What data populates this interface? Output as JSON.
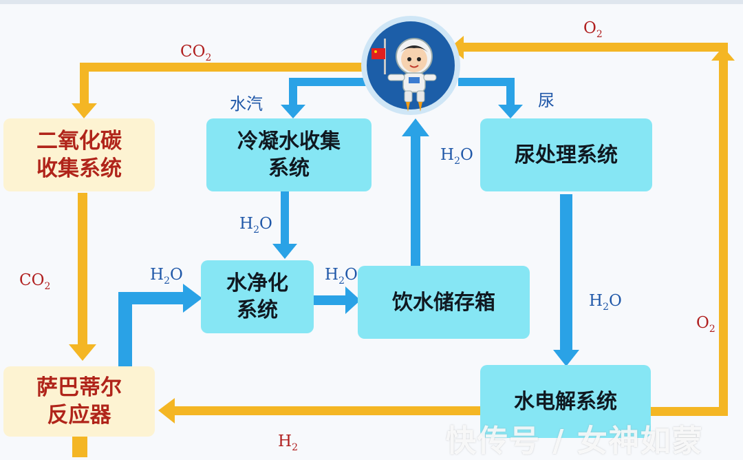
{
  "boxes": {
    "co2_collection": "二氧化碳\n收集系统",
    "condensate": "冷凝水收集\n系统",
    "urine": "尿处理系统",
    "purification": "水净化\n系统",
    "storage": "饮水储存箱",
    "sabatier": "萨巴蒂尔\n反应器",
    "electrolysis": "水电解系统"
  },
  "flow_labels": {
    "o2_top": {
      "main": "O",
      "sub": "2"
    },
    "co2_top": {
      "main": "CO",
      "sub": "2"
    },
    "vapor": "水汽",
    "urine_word": "尿",
    "h2o_storage_up": {
      "main": "H",
      "sub": "2",
      "tail": "O"
    },
    "h2o_condensate_down": {
      "main": "H",
      "sub": "2",
      "tail": "O"
    },
    "co2_left": {
      "main": "CO",
      "sub": "2"
    },
    "h2o_sabatier": {
      "main": "H",
      "sub": "2",
      "tail": "O"
    },
    "h2o_purif_storage": {
      "main": "H",
      "sub": "2",
      "tail": "O"
    },
    "h2o_urine_down": {
      "main": "H",
      "sub": "2",
      "tail": "O"
    },
    "o2_right": {
      "main": "O",
      "sub": "2"
    },
    "h2_bottom": {
      "main": "H",
      "sub": "2"
    }
  },
  "watermark": "快传号 / 女神如蒙",
  "colors": {
    "yellow_flow": "#f4b624",
    "blue_flow": "#2aa2e6",
    "box_cyan": "#86e6f4",
    "box_cream": "#fdf3d2",
    "center_circle": "#1c5ea8"
  }
}
